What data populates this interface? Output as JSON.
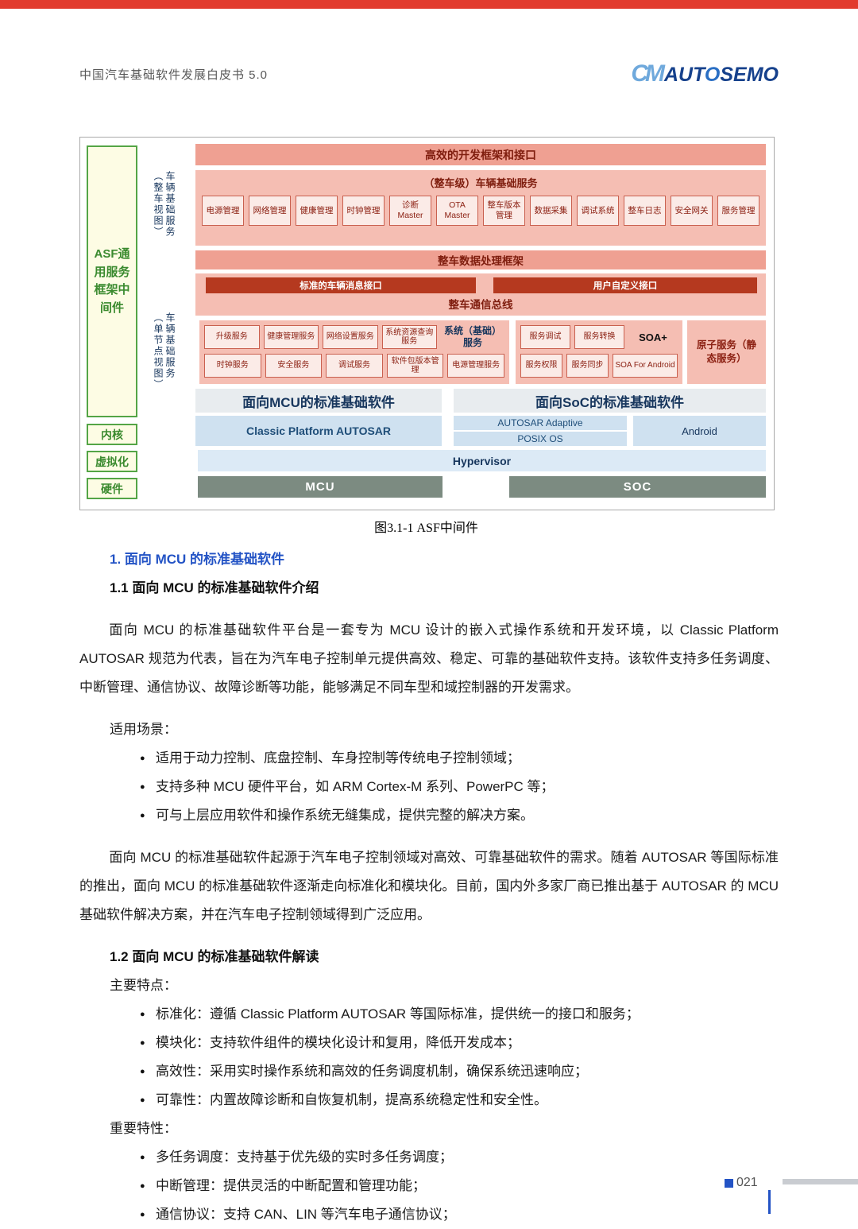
{
  "header": {
    "title": "中国汽车基础软件发展白皮书 5.0",
    "logo_cm": "CM",
    "logo_left": "AUT",
    "logo_o": "O",
    "logo_right": "SEMO"
  },
  "diagram": {
    "caption": "图3.1-1 ASF中间件",
    "asf_label": "ASF通用服务框架中间件",
    "kernel": "内核",
    "virtualization": "虚拟化",
    "hardware": "硬件",
    "vehicle_view_label_main": "车辆基础服务",
    "vehicle_view_label_sub": "（整车视图）",
    "node_view_label_main": "车辆基础服务",
    "node_view_label_sub": "（单节点视图）",
    "dev_framework": "高效的开发框架和接口",
    "vehicle_services_title": "（整车级）车辆基础服务",
    "vehicle_services": [
      "电源管理",
      "网络管理",
      "健康管理",
      "时钟管理",
      "诊断Master",
      "OTA Master",
      "整车版本管理",
      "数据采集",
      "调试系统",
      "整车日志",
      "安全网关",
      "服务管理"
    ],
    "data_framework": "整车数据处理框架",
    "msg_interface_std": "标准的车辆消息接口",
    "msg_interface_user": "用户自定义接口",
    "comm_bus": "整车通信总线",
    "system_services_label": "系统（基础）服务",
    "node_services_row1": [
      "升级服务",
      "健康管理服务",
      "网络设置服务",
      "系统资源查询服务"
    ],
    "node_services_row2": [
      "时钟服务",
      "安全服务",
      "调试服务",
      "软件包版本管理",
      "电源管理服务"
    ],
    "soa_plus": "SOA+",
    "soa_row1": [
      "服务调试",
      "服务转换"
    ],
    "soa_row2": [
      "服务权限",
      "服务同步",
      "SOA For Android"
    ],
    "atomic_service": "原子服务（静态服务）",
    "mcu_header": "面向MCU的标准基础软件",
    "soc_header": "面向SoC的标准基础软件",
    "classic_autosar": "Classic Platform AUTOSAR",
    "autosar_adaptive": "AUTOSAR Adaptive",
    "posix_os": "POSIX OS",
    "android": "Android",
    "hypervisor": "Hypervisor",
    "mcu_bar": "MCU",
    "soc_bar": "SOC"
  },
  "content": {
    "bullet": "●",
    "h1": "1. 面向 MCU 的标准基础软件",
    "h11": "1.1 面向 MCU 的标准基础软件介绍",
    "p1": "面向 MCU 的标准基础软件平台是一套专为 MCU 设计的嵌入式操作系统和开发环境，以 Classic Platform AUTOSAR 规范为代表，旨在为汽车电子控制单元提供高效、稳定、可靠的基础软件支持。该软件支持多任务调度、中断管理、通信协议、故障诊断等功能，能够满足不同车型和域控制器的开发需求。",
    "scenarios_label": "适用场景：",
    "scenarios": [
      "适用于动力控制、底盘控制、车身控制等传统电子控制领域；",
      "支持多种 MCU 硬件平台，如 ARM Cortex-M 系列、PowerPC 等；",
      "可与上层应用软件和操作系统无缝集成，提供完整的解决方案。"
    ],
    "p2": "面向 MCU 的标准基础软件起源于汽车电子控制领域对高效、可靠基础软件的需求。随着 AUTOSAR 等国际标准的推出，面向 MCU 的标准基础软件逐渐走向标准化和模块化。目前，国内外多家厂商已推出基于 AUTOSAR 的 MCU 基础软件解决方案，并在汽车电子控制领域得到广泛应用。",
    "h12": "1.2 面向 MCU 的标准基础软件解读",
    "features_label": "主要特点：",
    "features": [
      "标准化：遵循 Classic Platform AUTOSAR 等国际标准，提供统一的接口和服务；",
      "模块化：支持软件组件的模块化设计和复用，降低开发成本；",
      "高效性：采用实时操作系统和高效的任务调度机制，确保系统迅速响应；",
      "可靠性：内置故障诊断和自恢复机制，提高系统稳定性和安全性。"
    ],
    "traits_label": "重要特性：",
    "traits": [
      "多任务调度：支持基于优先级的实时多任务调度；",
      "中断管理：提供灵活的中断配置和管理功能；",
      "通信协议：支持 CAN、LIN 等汽车电子通信协议；"
    ]
  },
  "footer": {
    "page_number": "021"
  }
}
